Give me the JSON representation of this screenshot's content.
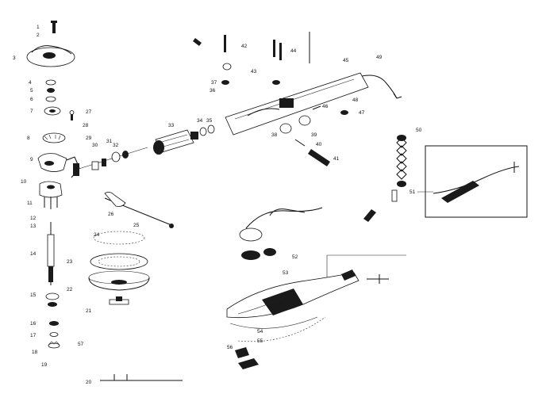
{
  "callouts": [
    {
      "id": "c1",
      "text": "1"
    },
    {
      "id": "c2",
      "text": "2"
    },
    {
      "id": "c3",
      "text": "3"
    },
    {
      "id": "c4",
      "text": "4"
    },
    {
      "id": "c5",
      "text": "5"
    },
    {
      "id": "c6",
      "text": "6"
    },
    {
      "id": "c7",
      "text": "7"
    },
    {
      "id": "c8",
      "text": "8"
    },
    {
      "id": "c9",
      "text": "9"
    },
    {
      "id": "c10",
      "text": "10"
    },
    {
      "id": "c11",
      "text": "11"
    },
    {
      "id": "c12",
      "text": "12"
    },
    {
      "id": "c13",
      "text": "13"
    },
    {
      "id": "c14",
      "text": "14"
    },
    {
      "id": "c15",
      "text": "15"
    },
    {
      "id": "c16",
      "text": "16"
    },
    {
      "id": "c17",
      "text": "17"
    },
    {
      "id": "c18",
      "text": "18"
    },
    {
      "id": "c19",
      "text": "19"
    },
    {
      "id": "c20",
      "text": "20"
    },
    {
      "id": "c21",
      "text": "21"
    },
    {
      "id": "c22",
      "text": "22"
    },
    {
      "id": "c23",
      "text": "23"
    },
    {
      "id": "c24",
      "text": "24"
    },
    {
      "id": "c25",
      "text": "25"
    },
    {
      "id": "c26",
      "text": "26"
    },
    {
      "id": "c27",
      "text": "27"
    },
    {
      "id": "c28",
      "text": "28"
    },
    {
      "id": "c29",
      "text": "29"
    },
    {
      "id": "c30",
      "text": "30"
    },
    {
      "id": "c31",
      "text": "31"
    },
    {
      "id": "c32",
      "text": "32"
    },
    {
      "id": "c33",
      "text": "33"
    },
    {
      "id": "c34",
      "text": "34"
    },
    {
      "id": "c35",
      "text": "35"
    },
    {
      "id": "c36",
      "text": "36"
    },
    {
      "id": "c37",
      "text": "37"
    },
    {
      "id": "c38",
      "text": "38"
    },
    {
      "id": "c39",
      "text": "39"
    },
    {
      "id": "c40",
      "text": "40"
    },
    {
      "id": "c41",
      "text": "41"
    },
    {
      "id": "c42",
      "text": "42"
    },
    {
      "id": "c43",
      "text": "43"
    },
    {
      "id": "c44",
      "text": "44"
    },
    {
      "id": "c45",
      "text": "45"
    },
    {
      "id": "c46",
      "text": "46"
    },
    {
      "id": "c47",
      "text": "47"
    },
    {
      "id": "c48",
      "text": "48"
    },
    {
      "id": "c49",
      "text": "49"
    },
    {
      "id": "c50",
      "text": "50"
    },
    {
      "id": "c51",
      "text": "51"
    },
    {
      "id": "c52",
      "text": "52"
    },
    {
      "id": "c53",
      "text": "53"
    },
    {
      "id": "c54",
      "text": "54"
    },
    {
      "id": "c55",
      "text": "55"
    },
    {
      "id": "c56",
      "text": "56"
    },
    {
      "id": "c57",
      "text": "57"
    }
  ],
  "colors": {
    "ink": "#1a1a1a",
    "paper": "#ffffff"
  }
}
